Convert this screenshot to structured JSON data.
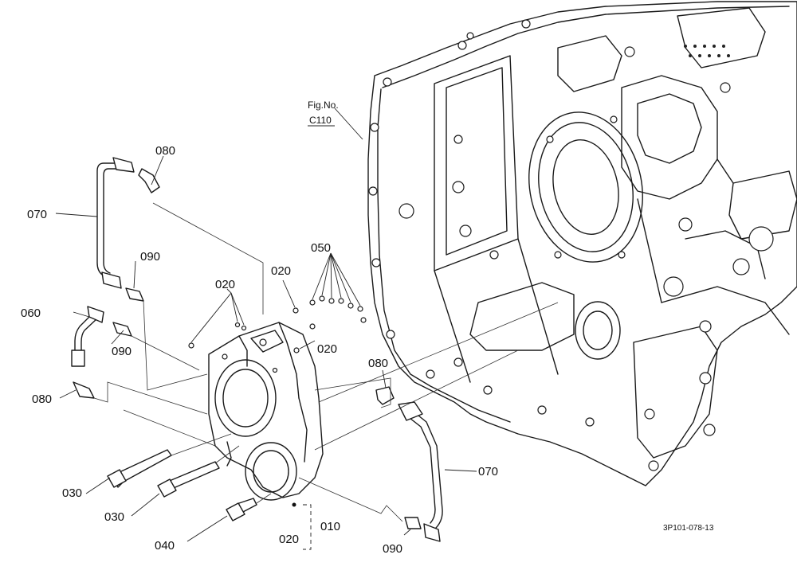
{
  "callouts": {
    "p010": "010",
    "p020_top": "020",
    "p020_right_top": "020",
    "p020_right": "020",
    "p020_bottom": "020",
    "p030_a": "030",
    "p030_b": "030",
    "p040": "040",
    "p050": "050",
    "p060": "060",
    "p070_left": "070",
    "p070_right": "070",
    "p080_top": "080",
    "p080_left": "080",
    "p080_right": "080",
    "p090_top": "090",
    "p090_mid": "090",
    "p090_bottom": "090"
  },
  "figure_ref": {
    "line1": "Fig.No.",
    "line2": "C110"
  },
  "drawing_number": "3P101-078-13"
}
